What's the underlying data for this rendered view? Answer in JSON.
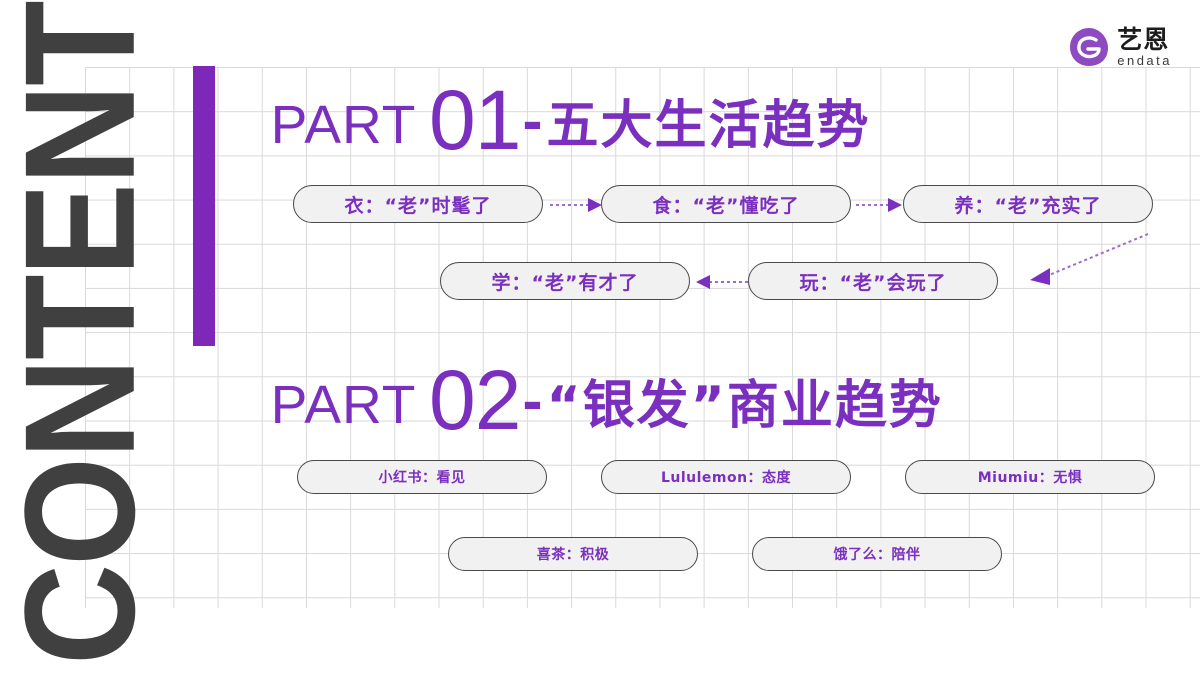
{
  "slide": {
    "side_label": "CONTENT",
    "background_color": "#ffffff",
    "accent_color": "#7b2fbe",
    "grid_color": "#d9d9d9"
  },
  "logo": {
    "mark": "endata-e-logo-icon",
    "name_cn": "艺恩",
    "name_en": "endata"
  },
  "sections": [
    {
      "label": "PART",
      "number": "01",
      "dash": "-",
      "title": "五大生活趋势"
    },
    {
      "label": "PART",
      "number": "02",
      "dash": "-",
      "title": "“银发”商业趋势"
    }
  ],
  "trend_pills": {
    "row1": [
      {
        "text": "衣：“老”时髦了"
      },
      {
        "text": "食：“老”懂吃了"
      },
      {
        "text": "养：“老”充实了"
      }
    ],
    "row2": [
      {
        "text": "学：“老”有才了"
      },
      {
        "text": "玩：“老”会玩了"
      }
    ]
  },
  "brand_pills": {
    "row1": [
      {
        "text": "小红书：看见"
      },
      {
        "text": "Lululemon：态度"
      },
      {
        "text": "Miumiu：无惧"
      }
    ],
    "row2": [
      {
        "text": "喜茶：积极"
      },
      {
        "text": "饿了么：陪伴"
      }
    ]
  },
  "connectors": [
    {
      "name": "arrow-yi-to-shi",
      "direction": "right"
    },
    {
      "name": "arrow-shi-to-yang",
      "direction": "right"
    },
    {
      "name": "arrow-yang-to-wan",
      "direction": "down-left-diagonal"
    },
    {
      "name": "arrow-wan-to-xue",
      "direction": "left"
    }
  ]
}
